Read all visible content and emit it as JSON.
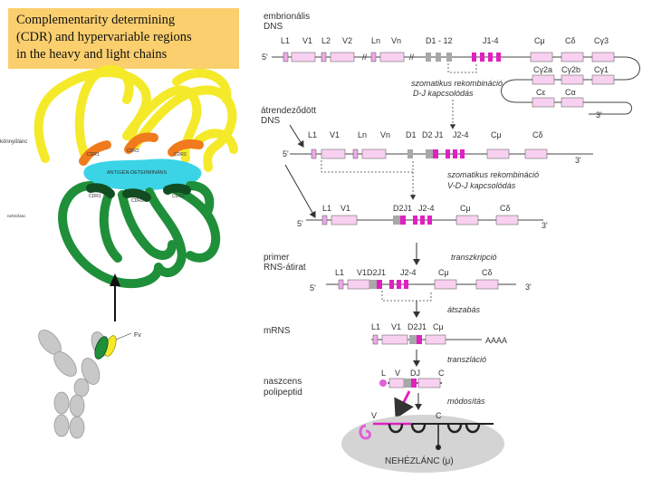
{
  "title": {
    "line1": "Complementarity determining",
    "line2": "(CDR) and hypervariable regions",
    "line3": "in the heavy and light chains"
  },
  "left": {
    "light_chain": "könnyűlánc",
    "heavy_chain": "nehézlánc",
    "antigen": "ANTIGÉN-DETERMINÁNS",
    "cdr_light": [
      "CDR1",
      "CDR2",
      "CDR3"
    ],
    "cdr_heavy": [
      "CDR1",
      "CDR2",
      "CDR3"
    ],
    "fv": "Fv"
  },
  "right": {
    "embryonal": [
      "embrionális",
      "DNS"
    ],
    "rearranged": [
      "átrendeződött",
      "DNS"
    ],
    "primer": [
      "primer",
      "RNS-átirat"
    ],
    "mrns": "mRNS",
    "nascent": [
      "naszcens",
      "polipeptid"
    ],
    "five_prime": "5'",
    "three_prime": "3'",
    "row1": {
      "L1": "L1",
      "V1": "V1",
      "L2": "L2",
      "V2": "V2",
      "Ln": "Ln",
      "Vn": "Vn",
      "D": "D1 - 12",
      "J": "J1-4",
      "Cmu": "Cμ",
      "Cdelta": "Cδ",
      "Cg3": "Cγ3"
    },
    "row1b": {
      "Cg2a": "Cγ2a",
      "Cg2b": "Cγ2b",
      "Cg1": "Cγ1",
      "Ce": "Cε",
      "Ca": "Cα"
    },
    "step1": [
      "szomatikus rekombináció",
      "D-J kapcsolódás"
    ],
    "row2": {
      "L1": "L1",
      "V1": "V1",
      "Ln": "Ln",
      "Vn": "Vn",
      "D1": "D1",
      "D2J1": "D2 J1",
      "J24": "J2-4",
      "Cmu": "Cμ",
      "Cdelta": "Cδ"
    },
    "step2": [
      "szomatikus rekombináció",
      "V-D-J kapcsolódás"
    ],
    "row3": {
      "L1": "L1",
      "V1": "V1",
      "D2J1": "D2J1",
      "J24": "J2-4",
      "Cmu": "Cμ",
      "Cdelta": "Cδ"
    },
    "step3": "transzkripció",
    "row4": {
      "L1": "L1",
      "V1D2J1": "V1D2J1",
      "J24": "J2-4",
      "Cmu": "Cμ",
      "Cdelta": "Cδ"
    },
    "step4": "átszabás",
    "row5": {
      "L1": "L1",
      "V1": "V1",
      "D2J1": "D2J1",
      "Cmu": "Cμ",
      "polyA": "AAAA"
    },
    "step5": "transzláció",
    "row6": {
      "L": "L",
      "V": "V",
      "DJ": "DJ",
      "C": "C"
    },
    "step6": "módosítás",
    "protein": {
      "V": "V",
      "C": "C",
      "name": "NEHÉZLÁNC (μ)"
    }
  },
  "colors": {
    "title_bg": "#fbcf6e",
    "light_chain": "#f5ea2a",
    "heavy_chain": "#1f8f3a",
    "cdr_orange": "#f07a1c",
    "antigen": "#3ad4e6",
    "segment_pink": "#f0a8e8",
    "segment_magenta": "#e020c0",
    "segment_gray": "#a8a8a8",
    "protein_bg": "#d4d4d4"
  }
}
